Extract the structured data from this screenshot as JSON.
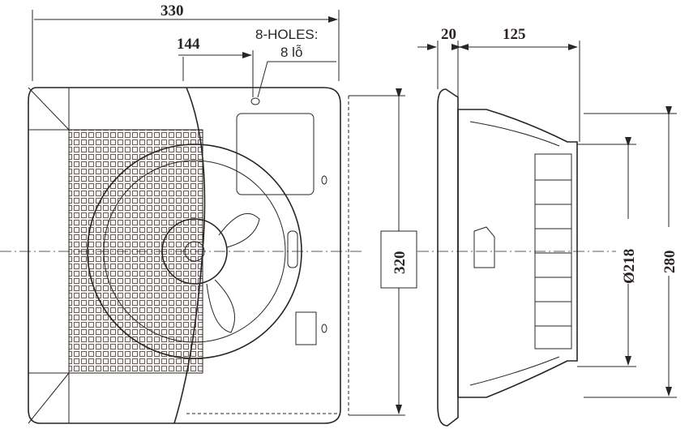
{
  "dimensions": {
    "width_total": "330",
    "hole_offset": "144",
    "height_front": "320",
    "flange_depth": "20",
    "body_depth": "125",
    "duct_diameter": "Ø218",
    "body_height": "280"
  },
  "holes_note": {
    "line1": "8-HOLES:",
    "line2": "8 lỗ"
  },
  "colors": {
    "ink": "#2a2426",
    "panel": "#f4f1ee",
    "background": "#ffffff"
  }
}
